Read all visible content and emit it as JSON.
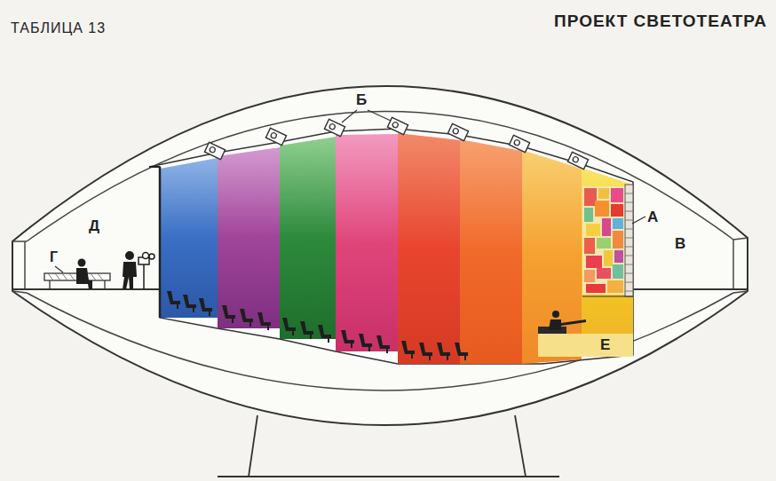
{
  "diagram": {
    "title": "ПРОЕКТ СВЕТОТЕАТРА",
    "labels": [
      "ТАБЛИЦА 13",
      "Б",
      "А",
      "В",
      "Д",
      "Г",
      "Е"
    ]
  }
}
